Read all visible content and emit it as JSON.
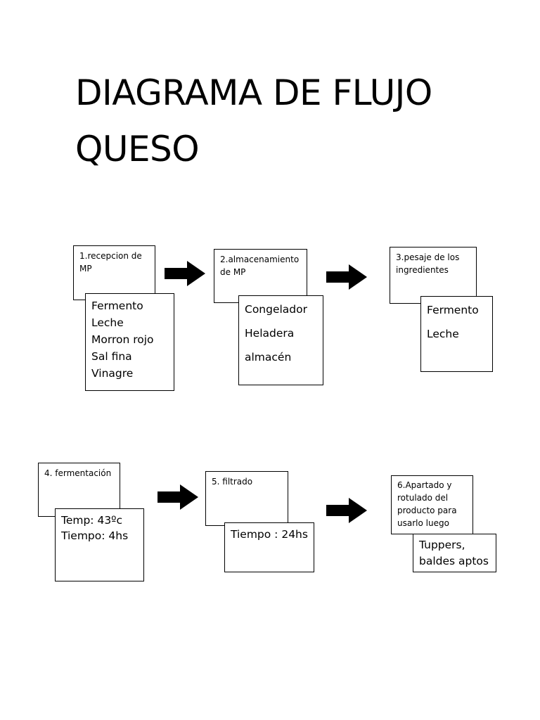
{
  "title": {
    "line1": "DIAGRAMA DE FLUJO",
    "line2": "QUESO"
  },
  "steps": [
    {
      "label": "1.recepcion de MP",
      "details": [
        "Fermento",
        "Leche",
        "Morron rojo",
        "Sal fina",
        "Vinagre"
      ]
    },
    {
      "label": "2.almacenamiento de MP",
      "details": [
        "Congelador",
        "Heladera",
        "almacén"
      ]
    },
    {
      "label": "3.pesaje de los ingredientes",
      "details": [
        "Fermento",
        "Leche"
      ]
    },
    {
      "label": "4. fermentación",
      "details": [
        "Temp: 43ºc",
        "Tiempo: 4hs"
      ]
    },
    {
      "label": "5. filtrado",
      "details": [
        "Tiempo : 24hs"
      ]
    },
    {
      "label": "6.Apartado y rotulado del producto para usarlo luego",
      "details": [
        "Tuppers, baldes aptos"
      ]
    }
  ]
}
